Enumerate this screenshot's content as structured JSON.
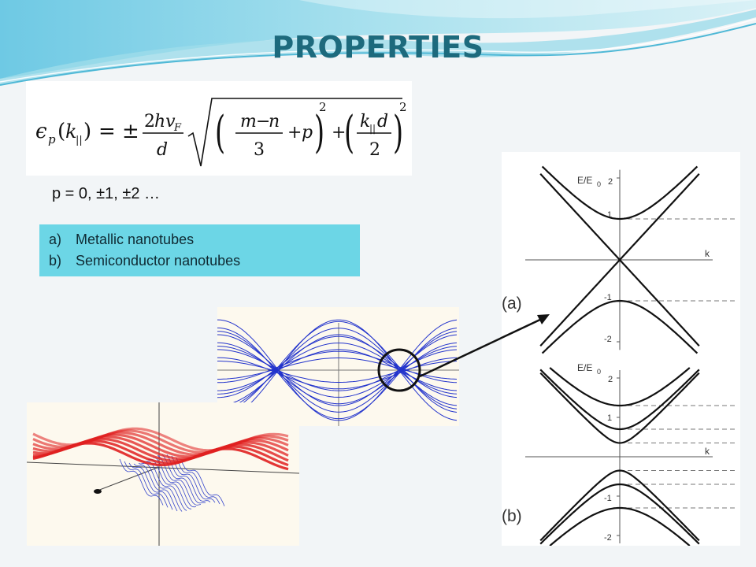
{
  "title": "PROPERTIES",
  "p_values": "p = 0, ±1, ±2 …",
  "options": [
    {
      "marker": "a)",
      "label": "Metallic nanotubes"
    },
    {
      "marker": "b)",
      "label": "Semiconductor nanotubes"
    }
  ],
  "panel_a": {
    "label": "(a)",
    "ylabel": "E/E",
    "ylabel_sub": "0",
    "xlabel": "k",
    "ticks": [
      "2",
      "1",
      "-1",
      "-2"
    ]
  },
  "panel_b": {
    "label": "(b)",
    "ylabel": "E/E",
    "ylabel_sub": "0",
    "xlabel": "k",
    "ticks": [
      "2",
      "1",
      "-1",
      "-2"
    ]
  },
  "colors": {
    "title": "#1d6a7d",
    "list_bg": "#6cd6e6",
    "band_blue": "#2233cc",
    "surface_red": "#e02020"
  }
}
